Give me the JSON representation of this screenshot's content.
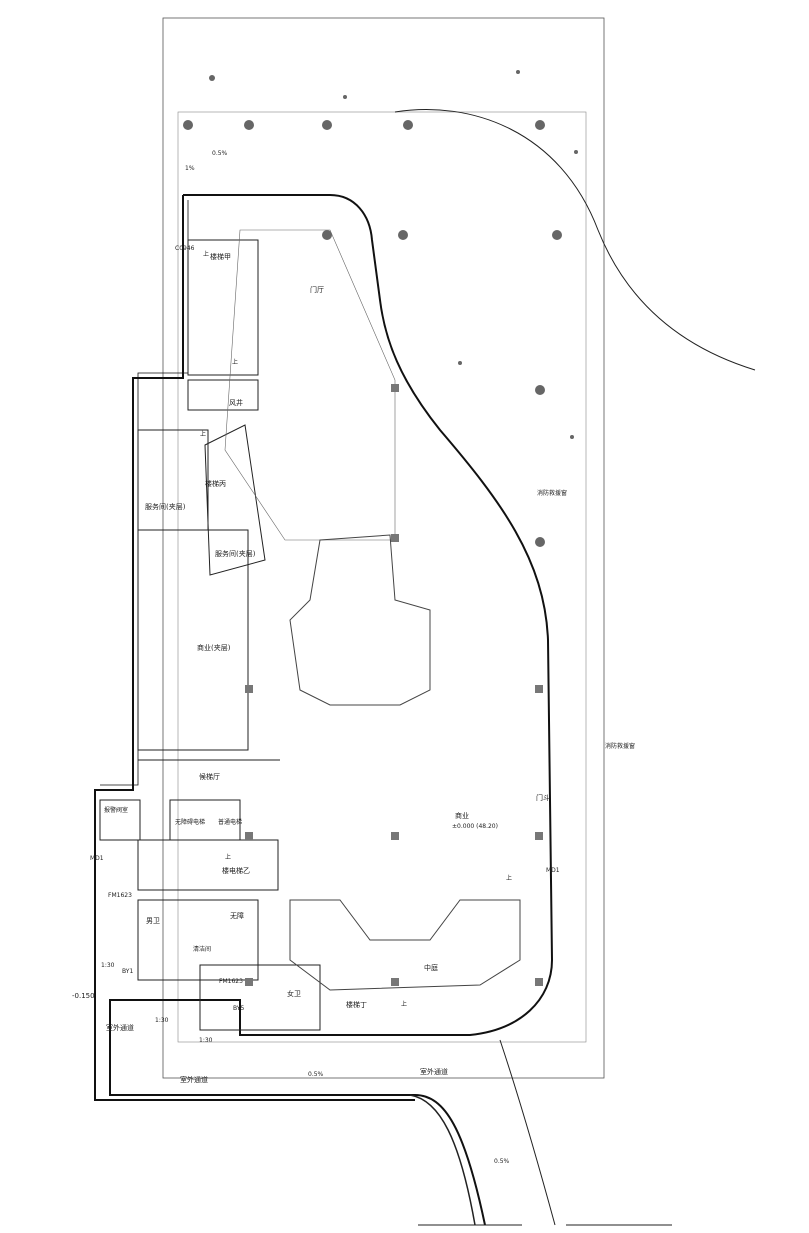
{
  "labels": {
    "stair_jia": "楼梯甲",
    "lobby": "门厅",
    "air_shaft": "风井",
    "stair_bing": "楼梯丙",
    "service_room_1": "服务间(夹层)",
    "service_room_2": "服务间(夹层)",
    "commercial_mezz": "商业(夹层)",
    "elevator_hall": "候梯厅",
    "alarm_valve": "报警阀室",
    "barrier_free_elevator": "无障碍电梯",
    "regular_elevator": "普通电梯",
    "stair_yi": "楼电梯乙",
    "men_wc": "男卫",
    "women_wc": "女卫",
    "janitor": "清洁间",
    "accessible_wc": "无障",
    "stair_ding": "楼梯丁",
    "courtyard": "中庭",
    "commercial": "商业",
    "elevation": "±0.000 (48.20)",
    "vestibule": "门斗",
    "rescue_window_1": "消防救援窗",
    "rescue_window_2": "消防救援窗",
    "outdoor_passage_1": "室外通道",
    "outdoor_passage_2": "室外通道",
    "outdoor_passage_3": "室外通道",
    "level_left": "-0.150",
    "up_1": "上",
    "up_2": "上",
    "up_3": "上",
    "up_4": "上",
    "up_5": "上",
    "up_6": "上",
    "slope_1": "0.5%",
    "slope_2": "0.5%",
    "slope_3": "0.5%",
    "slope_4": "1%",
    "ratio_1": "1:30",
    "ratio_2": "1:30",
    "ratio_3": "1:30",
    "door_fm1": "FM1623",
    "door_fm2": "FM1623",
    "door_by1": "BY1",
    "door_by2": "BY5",
    "door_md1": "MD1",
    "door_md2": "MD1",
    "window_c0946": "C0946"
  }
}
